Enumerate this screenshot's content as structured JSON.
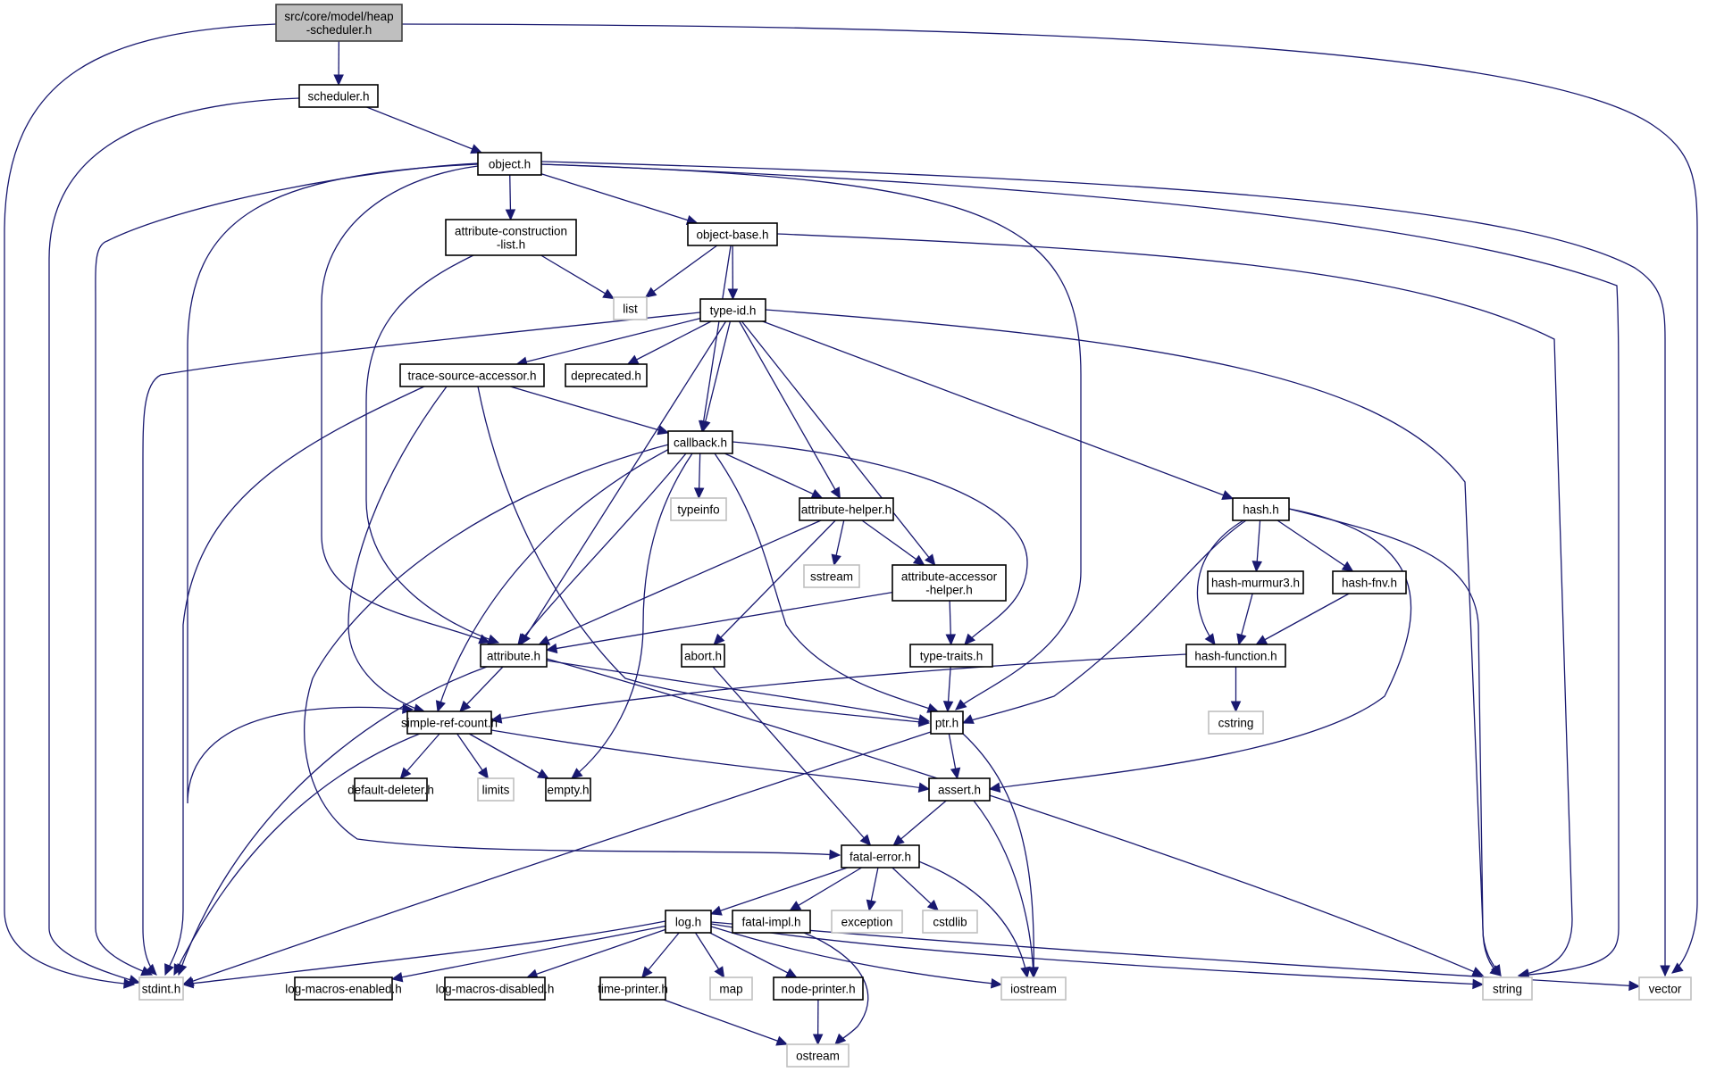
{
  "diagram": {
    "title": "src/core/model/heap-scheduler.h include dependency graph",
    "colors": {
      "edge": "#191970",
      "root_fill": "#bfbfbf",
      "root_border": "#404040",
      "doc_fill": "#ffffff",
      "doc_border": "#000000",
      "ext_border": "#bfbfbf"
    },
    "nodes": [
      {
        "id": "root",
        "label": [
          "src/core/model/heap",
          "-scheduler.h"
        ],
        "kind": "root"
      },
      {
        "id": "scheduler",
        "label": [
          "scheduler.h"
        ],
        "kind": "doc"
      },
      {
        "id": "object",
        "label": [
          "object.h"
        ],
        "kind": "doc"
      },
      {
        "id": "attrconstr",
        "label": [
          "attribute-construction",
          "-list.h"
        ],
        "kind": "doc"
      },
      {
        "id": "objectbase",
        "label": [
          "object-base.h"
        ],
        "kind": "doc"
      },
      {
        "id": "list",
        "label": [
          "list"
        ],
        "kind": "ext"
      },
      {
        "id": "typeid",
        "label": [
          "type-id.h"
        ],
        "kind": "doc"
      },
      {
        "id": "tsa",
        "label": [
          "trace-source-accessor.h"
        ],
        "kind": "doc"
      },
      {
        "id": "deprecated",
        "label": [
          "deprecated.h"
        ],
        "kind": "doc"
      },
      {
        "id": "callback",
        "label": [
          "callback.h"
        ],
        "kind": "doc"
      },
      {
        "id": "typeinfo",
        "label": [
          "typeinfo"
        ],
        "kind": "ext"
      },
      {
        "id": "attrhelper",
        "label": [
          "attribute-helper.h"
        ],
        "kind": "doc"
      },
      {
        "id": "hash",
        "label": [
          "hash.h"
        ],
        "kind": "doc"
      },
      {
        "id": "sstream",
        "label": [
          "sstream"
        ],
        "kind": "ext"
      },
      {
        "id": "attraccessor",
        "label": [
          "attribute-accessor",
          "-helper.h"
        ],
        "kind": "doc"
      },
      {
        "id": "hashmurmur",
        "label": [
          "hash-murmur3.h"
        ],
        "kind": "doc"
      },
      {
        "id": "hashfnv",
        "label": [
          "hash-fnv.h"
        ],
        "kind": "doc"
      },
      {
        "id": "attribute",
        "label": [
          "attribute.h"
        ],
        "kind": "doc"
      },
      {
        "id": "abort",
        "label": [
          "abort.h"
        ],
        "kind": "doc"
      },
      {
        "id": "typetraits",
        "label": [
          "type-traits.h"
        ],
        "kind": "doc"
      },
      {
        "id": "hashfunction",
        "label": [
          "hash-function.h"
        ],
        "kind": "doc"
      },
      {
        "id": "simplerefcount",
        "label": [
          "simple-ref-count.h"
        ],
        "kind": "doc"
      },
      {
        "id": "ptr",
        "label": [
          "ptr.h"
        ],
        "kind": "doc"
      },
      {
        "id": "cstring",
        "label": [
          "cstring"
        ],
        "kind": "ext"
      },
      {
        "id": "defaultdeleter",
        "label": [
          "default-deleter.h"
        ],
        "kind": "doc"
      },
      {
        "id": "limits",
        "label": [
          "limits"
        ],
        "kind": "ext"
      },
      {
        "id": "empty",
        "label": [
          "empty.h"
        ],
        "kind": "doc"
      },
      {
        "id": "assert",
        "label": [
          "assert.h"
        ],
        "kind": "doc"
      },
      {
        "id": "fatalerror",
        "label": [
          "fatal-error.h"
        ],
        "kind": "doc"
      },
      {
        "id": "log",
        "label": [
          "log.h"
        ],
        "kind": "doc"
      },
      {
        "id": "fatalimpl",
        "label": [
          "fatal-impl.h"
        ],
        "kind": "doc"
      },
      {
        "id": "exception",
        "label": [
          "exception"
        ],
        "kind": "ext"
      },
      {
        "id": "cstdlib",
        "label": [
          "cstdlib"
        ],
        "kind": "ext"
      },
      {
        "id": "stdint",
        "label": [
          "stdint.h"
        ],
        "kind": "ext"
      },
      {
        "id": "logenabled",
        "label": [
          "log-macros-enabled.h"
        ],
        "kind": "doc"
      },
      {
        "id": "logdisabled",
        "label": [
          "log-macros-disabled.h"
        ],
        "kind": "doc"
      },
      {
        "id": "timeprinter",
        "label": [
          "time-printer.h"
        ],
        "kind": "doc"
      },
      {
        "id": "map",
        "label": [
          "map"
        ],
        "kind": "ext"
      },
      {
        "id": "nodeprinter",
        "label": [
          "node-printer.h"
        ],
        "kind": "doc"
      },
      {
        "id": "iostream",
        "label": [
          "iostream"
        ],
        "kind": "ext"
      },
      {
        "id": "string",
        "label": [
          "string"
        ],
        "kind": "ext"
      },
      {
        "id": "vector",
        "label": [
          "vector"
        ],
        "kind": "ext"
      },
      {
        "id": "ostream",
        "label": [
          "ostream"
        ],
        "kind": "ext"
      }
    ],
    "edges": [
      [
        "root",
        "scheduler"
      ],
      [
        "root",
        "stdint"
      ],
      [
        "root",
        "vector"
      ],
      [
        "scheduler",
        "object"
      ],
      [
        "scheduler",
        "stdint"
      ],
      [
        "object",
        "attrconstr"
      ],
      [
        "object",
        "objectbase"
      ],
      [
        "object",
        "attribute"
      ],
      [
        "object",
        "simplerefcount"
      ],
      [
        "object",
        "ptr"
      ],
      [
        "object",
        "stdint"
      ],
      [
        "object",
        "string"
      ],
      [
        "object",
        "vector"
      ],
      [
        "attrconstr",
        "list"
      ],
      [
        "attrconstr",
        "attribute"
      ],
      [
        "objectbase",
        "list"
      ],
      [
        "objectbase",
        "typeid"
      ],
      [
        "objectbase",
        "callback"
      ],
      [
        "objectbase",
        "string"
      ],
      [
        "typeid",
        "tsa"
      ],
      [
        "typeid",
        "deprecated"
      ],
      [
        "typeid",
        "callback"
      ],
      [
        "typeid",
        "attrhelper"
      ],
      [
        "typeid",
        "attraccessor"
      ],
      [
        "typeid",
        "hash"
      ],
      [
        "typeid",
        "attribute"
      ],
      [
        "typeid",
        "stdint"
      ],
      [
        "typeid",
        "string"
      ],
      [
        "tsa",
        "callback"
      ],
      [
        "tsa",
        "simplerefcount"
      ],
      [
        "tsa",
        "ptr"
      ],
      [
        "tsa",
        "stdint"
      ],
      [
        "callback",
        "typeinfo"
      ],
      [
        "callback",
        "attrhelper"
      ],
      [
        "callback",
        "attribute"
      ],
      [
        "callback",
        "simplerefcount"
      ],
      [
        "callback",
        "ptr"
      ],
      [
        "callback",
        "empty"
      ],
      [
        "callback",
        "typetraits"
      ],
      [
        "callback",
        "fatalerror"
      ],
      [
        "attrhelper",
        "sstream"
      ],
      [
        "attrhelper",
        "attraccessor"
      ],
      [
        "attrhelper",
        "attribute"
      ],
      [
        "attrhelper",
        "abort"
      ],
      [
        "attraccessor",
        "typetraits"
      ],
      [
        "attraccessor",
        "attribute"
      ],
      [
        "hash",
        "hashmurmur"
      ],
      [
        "hash",
        "hashfnv"
      ],
      [
        "hash",
        "hashfunction"
      ],
      [
        "hash",
        "ptr"
      ],
      [
        "hash",
        "assert"
      ],
      [
        "hash",
        "string"
      ],
      [
        "hashmurmur",
        "hashfunction"
      ],
      [
        "hashfnv",
        "hashfunction"
      ],
      [
        "hashfunction",
        "cstring"
      ],
      [
        "hashfunction",
        "simplerefcount"
      ],
      [
        "attribute",
        "simplerefcount"
      ],
      [
        "attribute",
        "ptr"
      ],
      [
        "attribute",
        "string"
      ],
      [
        "attribute",
        "stdint"
      ],
      [
        "typetraits",
        "ptr"
      ],
      [
        "abort",
        "fatalerror"
      ],
      [
        "simplerefcount",
        "defaultdeleter"
      ],
      [
        "simplerefcount",
        "limits"
      ],
      [
        "simplerefcount",
        "empty"
      ],
      [
        "simplerefcount",
        "assert"
      ],
      [
        "simplerefcount",
        "stdint"
      ],
      [
        "ptr",
        "assert"
      ],
      [
        "ptr",
        "iostream"
      ],
      [
        "ptr",
        "stdint"
      ],
      [
        "assert",
        "fatalerror"
      ],
      [
        "assert",
        "iostream"
      ],
      [
        "fatalerror",
        "log"
      ],
      [
        "fatalerror",
        "fatalimpl"
      ],
      [
        "fatalerror",
        "exception"
      ],
      [
        "fatalerror",
        "cstdlib"
      ],
      [
        "fatalerror",
        "iostream"
      ],
      [
        "fatalimpl",
        "ostream"
      ],
      [
        "log",
        "stdint"
      ],
      [
        "log",
        "logenabled"
      ],
      [
        "log",
        "logdisabled"
      ],
      [
        "log",
        "timeprinter"
      ],
      [
        "log",
        "map"
      ],
      [
        "log",
        "nodeprinter"
      ],
      [
        "log",
        "iostream"
      ],
      [
        "log",
        "string"
      ],
      [
        "log",
        "vector"
      ],
      [
        "timeprinter",
        "ostream"
      ],
      [
        "nodeprinter",
        "ostream"
      ]
    ]
  }
}
